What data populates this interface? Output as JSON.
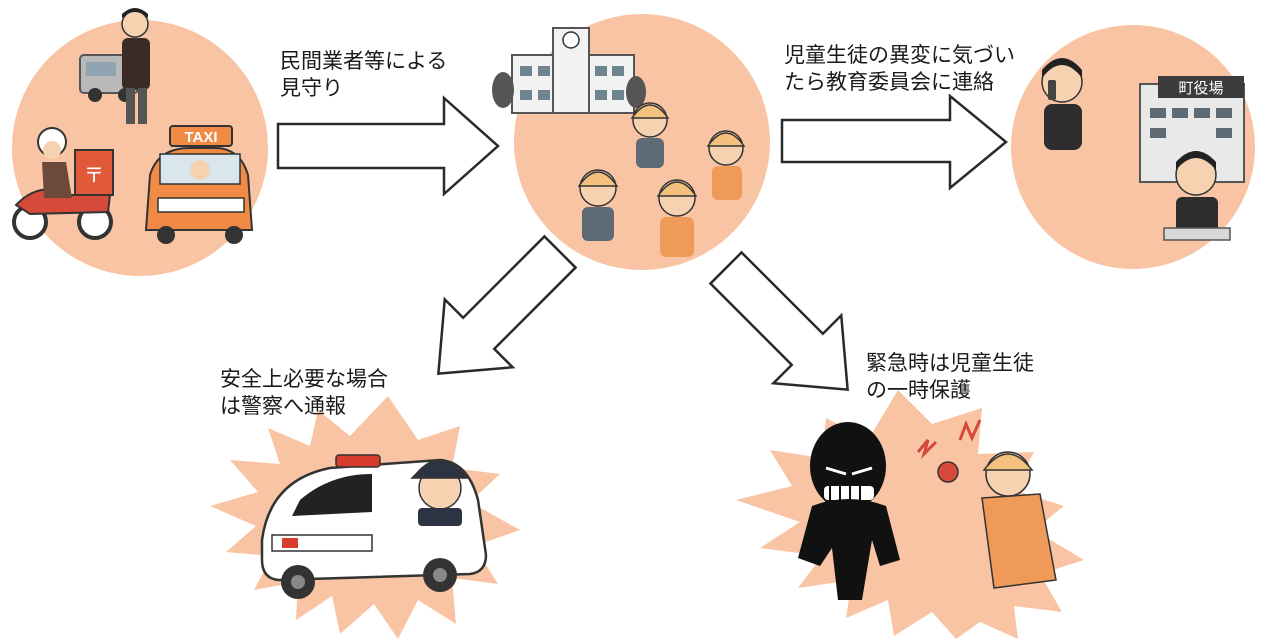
{
  "colors": {
    "background": "#ffffff",
    "bubble_fill": "#f8c4a4",
    "arrow_stroke": "#2a2a2a",
    "arrow_fill": "#ffffff",
    "text": "#1a1a1a",
    "helmet": "#f3c07d",
    "uniform": "#f09a5a",
    "dark_figure": "#111111"
  },
  "labels": {
    "top_left": {
      "line1": "民間業者等による",
      "line2": "見守り"
    },
    "top_right": {
      "line1": "児童生徒の異変に気づい",
      "line2": "たら教育委員会に連絡"
    },
    "bottom_left": {
      "line1": "安全上必要な場合",
      "line2": "は警察へ通報"
    },
    "bottom_right": {
      "line1": "緊急時は児童生徒",
      "line2": "の一時保護"
    }
  },
  "signs": {
    "taxi": "TAXI",
    "town_hall": "町役場",
    "postal_mark": "〒"
  },
  "icons": {
    "watchers": [
      "delivery-driver-icon",
      "truck-icon",
      "postal-scooter-icon",
      "taxi-icon"
    ],
    "school": [
      "school-building-icon",
      "students-group-icon"
    ],
    "town_hall": [
      "phone-caller-icon",
      "town-hall-icon",
      "office-worker-phone-icon"
    ],
    "police": [
      "police-car-icon",
      "police-officer-icon"
    ],
    "emergency": [
      "suspicious-person-icon",
      "student-alarm-icon"
    ]
  }
}
